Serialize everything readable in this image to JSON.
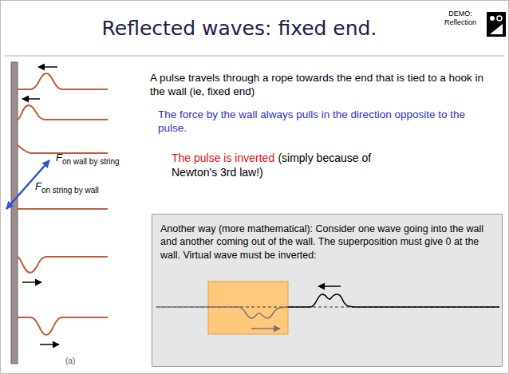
{
  "diagram": {
    "title": "Reflected waves: fixed end.",
    "nodes": [
      {
        "text": [
          "Another way (more mathematical): Consider one wave going into the wall and another coming out of the wall. The superposition must give 0 at the wall. Virtual wave must be inverted:"
        ]
      }
    ],
    "labels": [
      "DEMO: Reflection",
      "A pulse travels through a rope towards the end that is tied to a hook in the wall (ie, fixed end)",
      "The force by the wall always pulls in the direction opposite to the pulse.",
      "The pulse is inverted",
      "(simply because of Newton's 3rd law!)",
      "F",
      "on wall by string",
      "F",
      "on string by wall",
      "(a)"
    ]
  }
}
